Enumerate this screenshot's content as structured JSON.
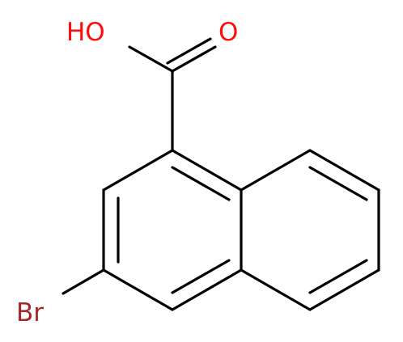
{
  "molecule": {
    "atoms": [
      {
        "id": "hydroxyl",
        "label": "HO",
        "color": "#ff0d0d"
      },
      {
        "id": "carbonyl-oxygen",
        "label": "O",
        "color": "#ff0d0d"
      },
      {
        "id": "bromine",
        "label": "Br",
        "color": "#a62929"
      }
    ],
    "bond_color": "#000000"
  }
}
